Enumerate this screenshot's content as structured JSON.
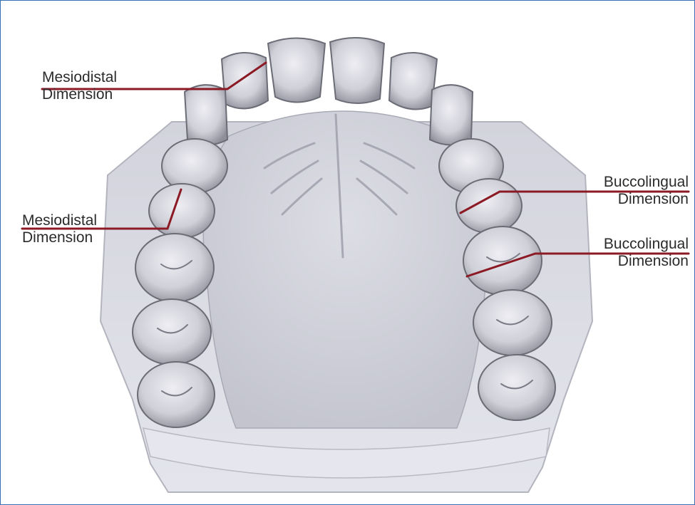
{
  "colors": {
    "leader_line": "#8b1a24",
    "model_base": "#dadbe3",
    "palate": "#cfd0d9",
    "tooth": "#d6d7de",
    "frame_border": "#3a6fb4"
  },
  "annotations": [
    {
      "line1": "Mesiodistal",
      "line2": "Dimension"
    },
    {
      "line1": "Mesiodistal",
      "line2": "Dimension"
    },
    {
      "line1": "Buccolingual",
      "line2": "Dimension"
    },
    {
      "line1": "Buccolingual",
      "line2": "Dimension"
    }
  ],
  "image": {
    "subject": "maxillary-dental-cast"
  }
}
